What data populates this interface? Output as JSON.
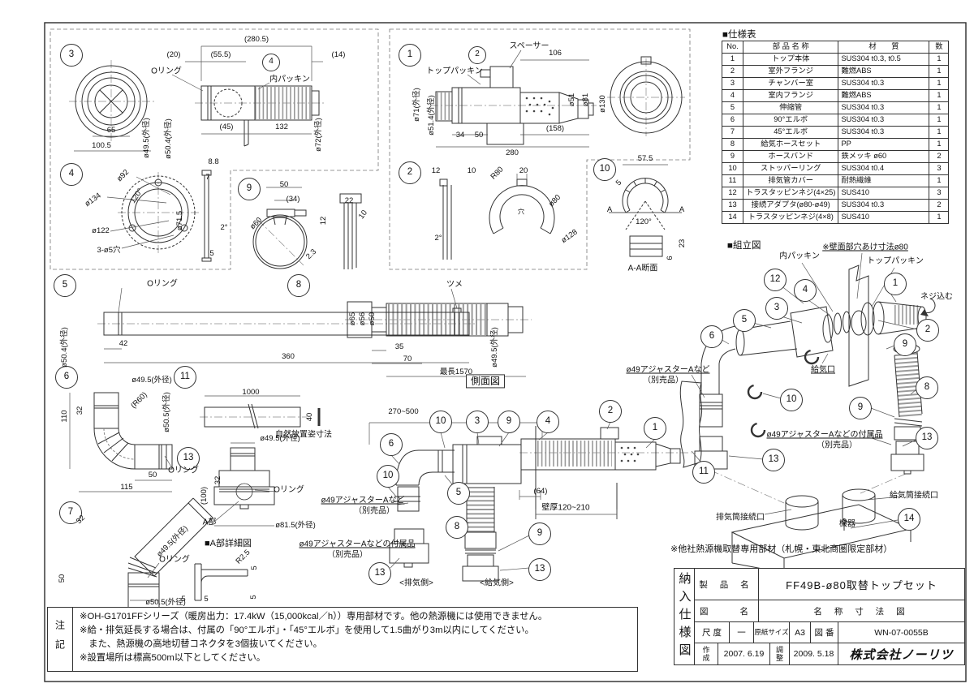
{
  "spec_table": {
    "title": "■仕様表",
    "headers": [
      "No.",
      "部 品 名 称",
      "材　　質",
      "数"
    ],
    "rows": [
      [
        "1",
        "トップ本体",
        "SUS304  t0.3, t0.5",
        "1"
      ],
      [
        "2",
        "室外フランジ",
        "難燃ABS",
        "1"
      ],
      [
        "3",
        "チャンバー室",
        "SUS304  t0.3",
        "1"
      ],
      [
        "4",
        "室内フランジ",
        "難燃ABS",
        "1"
      ],
      [
        "5",
        "伸縮管",
        "SUS304  t0.3",
        "1"
      ],
      [
        "6",
        "90°エルボ",
        "SUS304  t0.3",
        "1"
      ],
      [
        "7",
        "45°エルボ",
        "SUS304  t0.3",
        "1"
      ],
      [
        "8",
        "給気ホースセット",
        "PP",
        "1"
      ],
      [
        "9",
        "ホースバンド",
        "鉄メッキ ø60",
        "2"
      ],
      [
        "10",
        "ストッパーリング",
        "SUS304  t0.4",
        "3"
      ],
      [
        "11",
        "排気管カバー",
        "耐熱繊維",
        "1"
      ],
      [
        "12",
        "トラスタッピンネジ(4×25)",
        "SUS410",
        "3"
      ],
      [
        "13",
        "接続アダプタ(ø80-ø49)",
        "SUS304  t0.3",
        "2"
      ],
      [
        "14",
        "トラスタッピンネジ(4×8)",
        "SUS410",
        "1"
      ]
    ]
  },
  "views": {
    "v1": {
      "no": "1",
      "sub": "2",
      "spacer": "スペーサー",
      "top_packing": "トップパッキン",
      "d106": "106",
      "d51": "ø51",
      "d81": "ø81",
      "d130": "ø130",
      "od71": "ø71(外径)",
      "od514": "ø51.4(外径)",
      "d34": "34",
      "d50": "50",
      "d158": "(158)",
      "d280": "280"
    },
    "v2": {
      "no": "2",
      "d12": "12",
      "d10": "10",
      "r80": "R80",
      "d20": "20",
      "d80": "ø80",
      "d128": "ø128",
      "deg2": "2°",
      "hole": "穴"
    },
    "v3": {
      "no": "3",
      "sub": "4",
      "oring": "Oリング",
      "packing": "内パッキン",
      "d2805": "(280.5)",
      "d20": "(20)",
      "d555": "(55.5)",
      "d14": "(14)",
      "d65": "65",
      "d1005": "100.5",
      "od495": "ø49.5(外径)",
      "od504": "ø50.4(外径)",
      "d45": "(45)",
      "d132": "132",
      "od72": "ø72(外径)"
    },
    "v4": {
      "no": "4",
      "d92": "ø92",
      "d134": "ø134",
      "deg120": "120°",
      "d122": "ø122",
      "holes": "3-ø5穴",
      "d88": "8.8",
      "d7": "7",
      "d715": "ø71.5",
      "deg2": "2°",
      "d5": "5"
    },
    "v5": {
      "no": "5",
      "oring": "Oリング",
      "tsume": "ツメ",
      "d42": "42",
      "d360": "360",
      "od504": "ø50.4(外径)",
      "od495": "ø49.5(外径)"
    },
    "v6": {
      "no": "6",
      "od495": "ø49.5(外径)",
      "r60": "(R60)",
      "od505": "ø50.5(外径)",
      "d110": "110",
      "d32": "32",
      "d50": "50",
      "d115": "115",
      "oring": "Oリング"
    },
    "v7": {
      "no": "7",
      "d32": "32",
      "od495": "ø49.5(外径)",
      "oring": "Oリング",
      "d50": "50",
      "od505": "ø50.5(外径)"
    },
    "v8": {
      "no": "8",
      "d65": "ø65",
      "d56": "ø56",
      "d50": "ø50",
      "d35": "35",
      "d70": "70",
      "maxlen": "最長1570"
    },
    "v9": {
      "no": "9",
      "d50": "50",
      "d34": "(34)",
      "d60": "ø60",
      "d23": "2.3",
      "d22": "22",
      "d12": "12",
      "d10": "10"
    },
    "v10": {
      "no": "10",
      "d575": "57.5",
      "d5": "5",
      "a1": "A",
      "a2": "A",
      "deg120": "120°",
      "d23": "23",
      "d6": "6",
      "section": "A-A断面"
    },
    "v11": {
      "no": "11",
      "d1000": "1000",
      "d40": "40",
      "note": "自然放置姿寸法"
    },
    "v13": {
      "no": "13",
      "od495": "ø49.5(外径)",
      "d32": "32",
      "d100": "(100)",
      "oring": "Oリング",
      "apart": "A部",
      "od815": "ø81.5(外径)"
    },
    "detail_a": {
      "title": "■A部詳細図",
      "r25": "R2.5",
      "d5a": "5",
      "d5b": "5",
      "d5c": "5",
      "d5d": "5"
    }
  },
  "side_view": {
    "title": "側面図",
    "d270": "270~500",
    "d64": "(64)",
    "wall": "壁厚120~210",
    "exhaust": "<排気側>",
    "intake": "<給気側>",
    "adj1": "ø49アジャスターAなど",
    "adj1b": "（別売品）",
    "adj2": "ø49アジャスターAなどの付属品",
    "adj2b": "（別売品）",
    "balloons": [
      "10",
      "3",
      "9",
      "4",
      "2",
      "1",
      "6",
      "10",
      "5",
      "8",
      "9",
      "13",
      "13"
    ]
  },
  "assembly": {
    "title": "■組立図",
    "wall_note": "※壁面部穴あけ寸法ø80",
    "packing": "内パッキン",
    "top_packing": "トップパッキン",
    "screw_in": "ネジ込む",
    "intake_port": "給気口",
    "adj1": "ø49アジャスターAなど",
    "adj1b": "（別売品）",
    "adj2": "ø49アジャスターAなどの付属品",
    "adj2b": "（別売品）",
    "exhaust_port": "排気筒接続口",
    "supply_port": "給気筒接続口",
    "device": "機器",
    "balloons": [
      "12",
      "4",
      "3",
      "5",
      "6",
      "1",
      "2",
      "9",
      "10",
      "9",
      "8",
      "13",
      "13",
      "11",
      "14"
    ]
  },
  "footnote": "※他社熱源機取替専用部材（札幌・東北商圏限定部材）",
  "notes": {
    "label": "注記",
    "lines": [
      "※OH-G1701FFシリーズ（暖房出力：17.4kW（15,000kcal／h））専用部材です。他の熱源機には使用できません。",
      "※給・排気延長する場合は、付属の「90°エルボ」・「45°エルボ」を使用して1.5曲がり3m以内にしてください。",
      "　また、熱源機の高地切替コネクタを3個抜いてください。",
      "※設置場所は標高500m以下としてください。"
    ]
  },
  "title_block": {
    "doc_type": "納入仕様図",
    "product_label": "製 品 名",
    "product_name": "FF49B-ø80取替トップセット",
    "drawing_label": "図　　名",
    "drawing_name": "名 称 寸 法 図",
    "scale_label": "尺 度",
    "scale_value": "一",
    "paper_label": "原紙サイズ",
    "paper_value": "A3",
    "number_label": "図 番",
    "number_value": "WN-07-0055B",
    "created_label": "作成",
    "created_value": "2007. 6.19",
    "adjusted_label": "調整",
    "adjusted_value": "2009. 5.18",
    "company": "株式会社ノーリツ"
  }
}
